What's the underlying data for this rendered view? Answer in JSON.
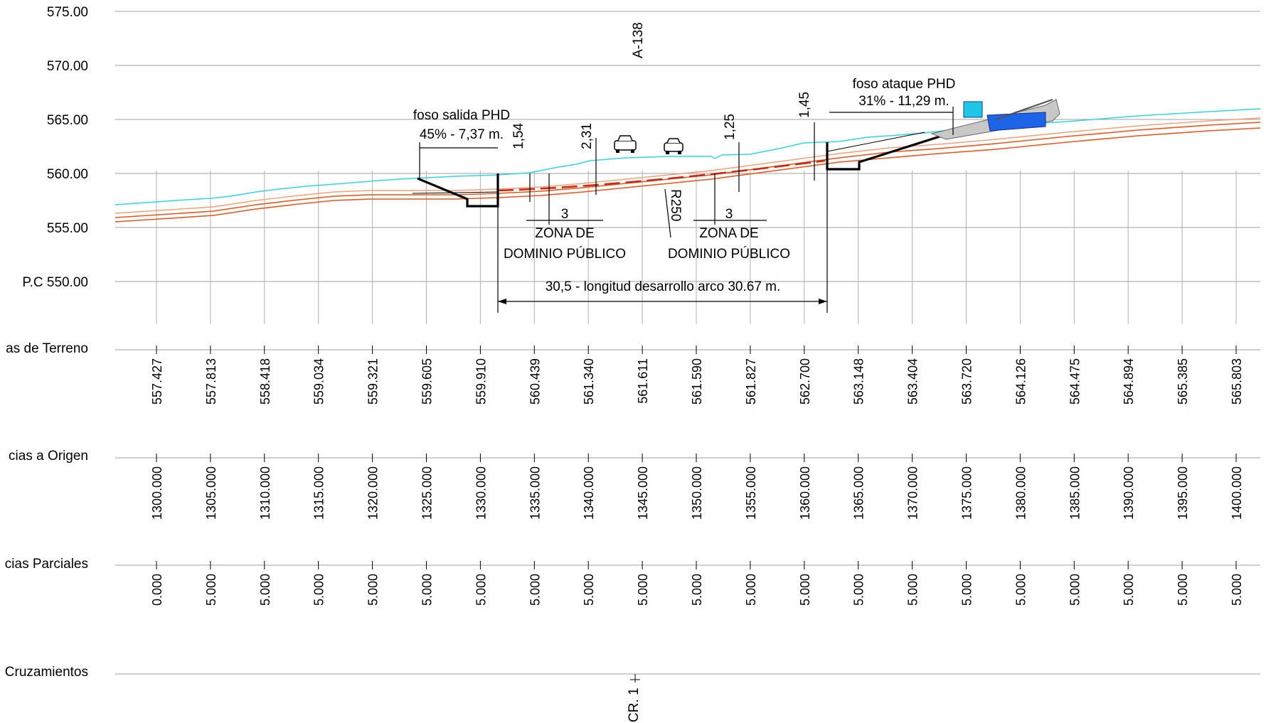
{
  "profile": {
    "elevation_labels": [
      "575.00",
      "570.00",
      "565.00",
      "560.00",
      "555.00",
      "P.C 550.00"
    ],
    "row_labels": {
      "terrain": "as de Terreno",
      "origin": "cias a Origen",
      "partial": "cias Parciales",
      "crossings": "Cruzamientos"
    },
    "terrain_values": [
      "557.427",
      "557.813",
      "558.418",
      "559.034",
      "559.321",
      "559.605",
      "559.910",
      "560.439",
      "561.340",
      "561.611",
      "561.590",
      "561.827",
      "562.700",
      "563.148",
      "563.404",
      "563.720",
      "564.126",
      "564.475",
      "564.894",
      "565.385",
      "565.803"
    ],
    "origin_distances": [
      "1300.000",
      "1305.000",
      "1310.000",
      "1315.000",
      "1320.000",
      "1325.000",
      "1330.000",
      "1335.000",
      "1340.000",
      "1345.000",
      "1350.000",
      "1355.000",
      "1360.000",
      "1365.000",
      "1370.000",
      "1375.000",
      "1380.000",
      "1385.000",
      "1390.000",
      "1395.000",
      "1400.000"
    ],
    "partial_distances": [
      "0.000",
      "5.000",
      "5.000",
      "5.000",
      "5.000",
      "5.000",
      "5.000",
      "5.000",
      "5.000",
      "5.000",
      "5.000",
      "5.000",
      "5.000",
      "5.000",
      "5.000",
      "5.000",
      "5.000",
      "5.000",
      "5.000",
      "5.000",
      "5.000"
    ],
    "road_label": "A-138",
    "crossing_label": "CR. 1",
    "exit_pit_title": "foso salida PHD",
    "exit_pit_slope": "45% - 7,37 m.",
    "attack_pit_title": "foso ataque PHD",
    "attack_pit_slope": "31% - 11,29 m.",
    "depth_1": "1,54",
    "depth_2": "2,31",
    "depth_3": "1,25",
    "depth_4": "1,45",
    "zone_width_1": "3",
    "zone_width_2": "3",
    "zone_line1": "ZONA DE",
    "zone_line2": "DOMINIO PÚBLICO",
    "radius_label": "R250",
    "arc_label": "30,5 - longitud desarrollo arco 30.67 m.",
    "colors": {
      "terrain": "#33d6e0",
      "pipe": "#e8561c",
      "pipe_light": "#f2a07a",
      "grid": "#a0a0a0",
      "machine": "#1e64e8"
    }
  }
}
